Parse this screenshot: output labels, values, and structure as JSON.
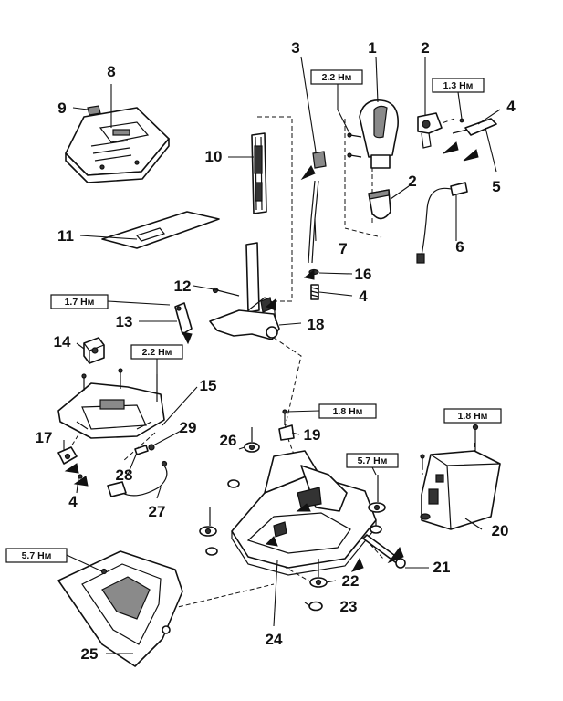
{
  "labels": [
    {
      "id": "1",
      "text": "1"
    },
    {
      "id": "2a",
      "text": "2"
    },
    {
      "id": "2b",
      "text": "2"
    },
    {
      "id": "3",
      "text": "3"
    },
    {
      "id": "4a",
      "text": "4"
    },
    {
      "id": "4b",
      "text": "4"
    },
    {
      "id": "4c",
      "text": "4"
    },
    {
      "id": "5",
      "text": "5"
    },
    {
      "id": "6",
      "text": "6"
    },
    {
      "id": "7",
      "text": "7"
    },
    {
      "id": "8",
      "text": "8"
    },
    {
      "id": "9",
      "text": "9"
    },
    {
      "id": "10",
      "text": "10"
    },
    {
      "id": "11",
      "text": "11"
    },
    {
      "id": "12",
      "text": "12"
    },
    {
      "id": "13",
      "text": "13"
    },
    {
      "id": "14",
      "text": "14"
    },
    {
      "id": "15",
      "text": "15"
    },
    {
      "id": "16",
      "text": "16"
    },
    {
      "id": "17",
      "text": "17"
    },
    {
      "id": "18",
      "text": "18"
    },
    {
      "id": "19",
      "text": "19"
    },
    {
      "id": "20",
      "text": "20"
    },
    {
      "id": "21",
      "text": "21"
    },
    {
      "id": "22",
      "text": "22"
    },
    {
      "id": "23",
      "text": "23"
    },
    {
      "id": "24",
      "text": "24"
    },
    {
      "id": "25",
      "text": "25"
    },
    {
      "id": "26",
      "text": "26"
    },
    {
      "id": "27",
      "text": "27"
    },
    {
      "id": "28",
      "text": "28"
    },
    {
      "id": "29",
      "text": "29"
    }
  ],
  "torques": [
    {
      "id": "t-knob",
      "text": "2.2 Нм"
    },
    {
      "id": "t-button",
      "text": "1.3 Нм"
    },
    {
      "id": "t-lever",
      "text": "1.7 Нм"
    },
    {
      "id": "t-panel",
      "text": "2.2 Нм"
    },
    {
      "id": "t-bracket",
      "text": "1.8 Нм"
    },
    {
      "id": "t-unit",
      "text": "1.8 Нм"
    },
    {
      "id": "t-pin",
      "text": "5.7 Нм"
    },
    {
      "id": "t-base",
      "text": "5.7 Нм"
    }
  ]
}
